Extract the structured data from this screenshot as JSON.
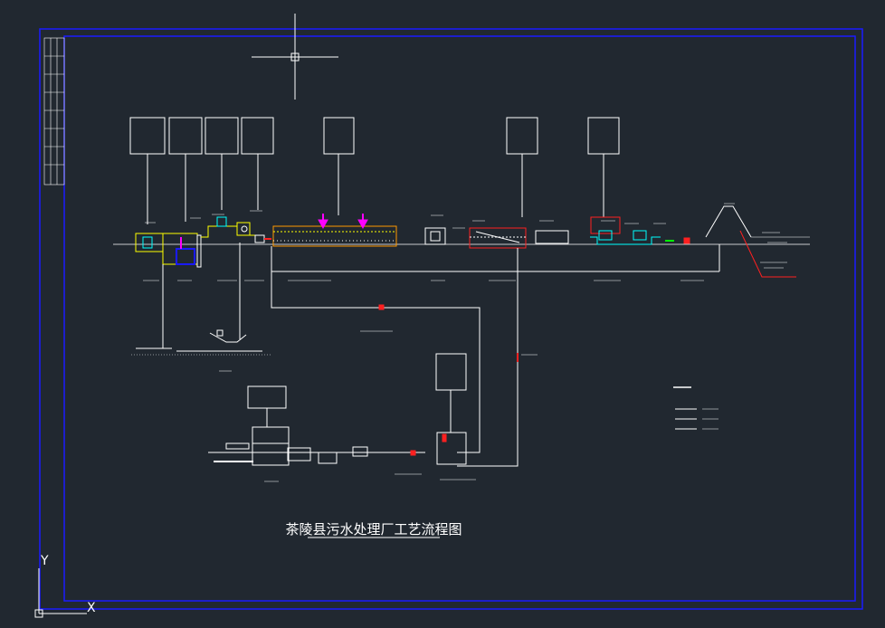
{
  "drawing": {
    "title": "茶陵县污水处理厂工艺流程图"
  },
  "ucs": {
    "x_label": "X",
    "y_label": "Y"
  },
  "colors": {
    "background": "#212830",
    "frame": "#1a1aff",
    "line": "#ffffff",
    "yellow": "#ffff00",
    "cyan": "#00ffff",
    "magenta": "#ff00ff",
    "red": "#ff2020",
    "green": "#00ff00",
    "orange": "#ff9900"
  }
}
